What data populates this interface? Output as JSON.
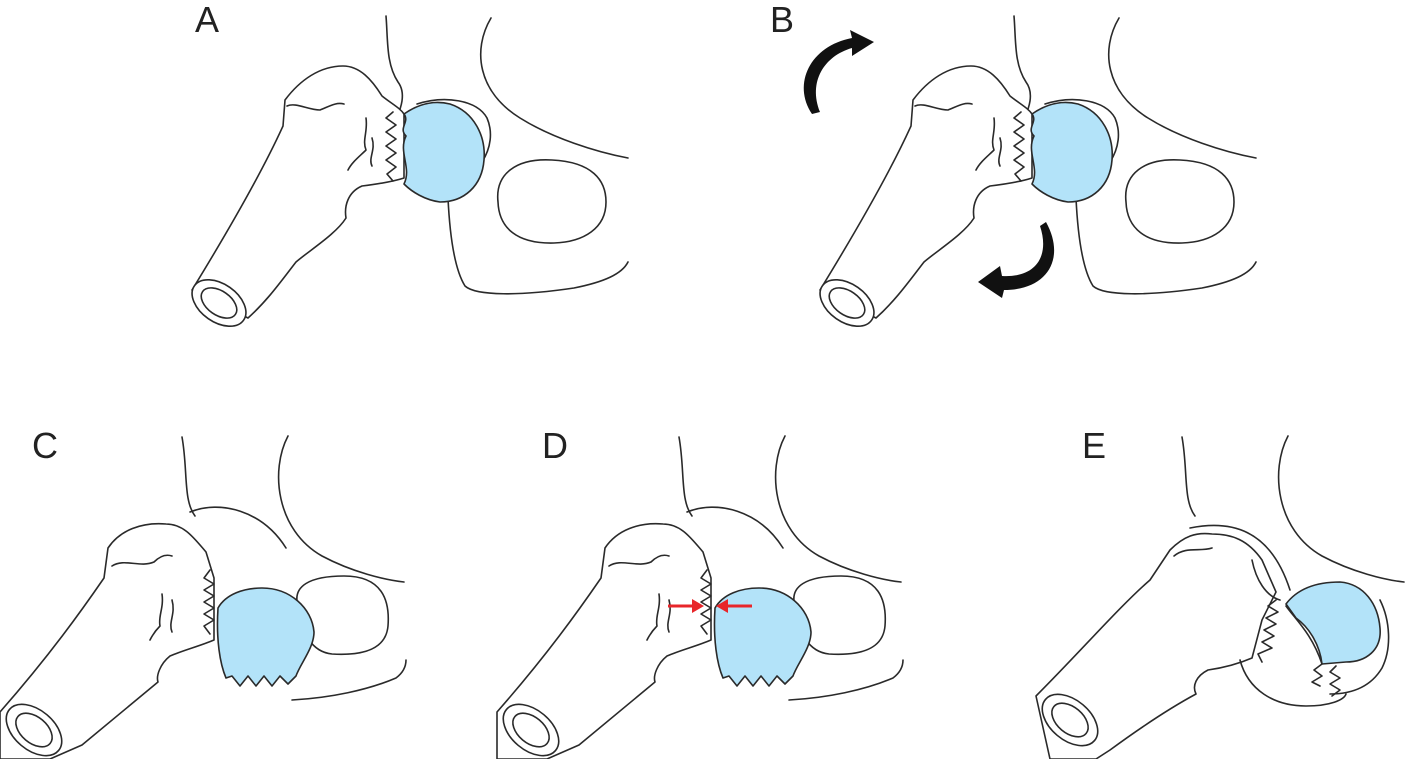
{
  "panels": [
    {
      "label": "A"
    },
    {
      "label": "B"
    },
    {
      "label": "C"
    },
    {
      "label": "D"
    },
    {
      "label": "E"
    }
  ],
  "colors": {
    "femoral_head_fill": "#b3e3f9",
    "outline": "#2a2a2a",
    "rotation_arrow": "#111111",
    "compression_arrow": "#e8262a"
  }
}
